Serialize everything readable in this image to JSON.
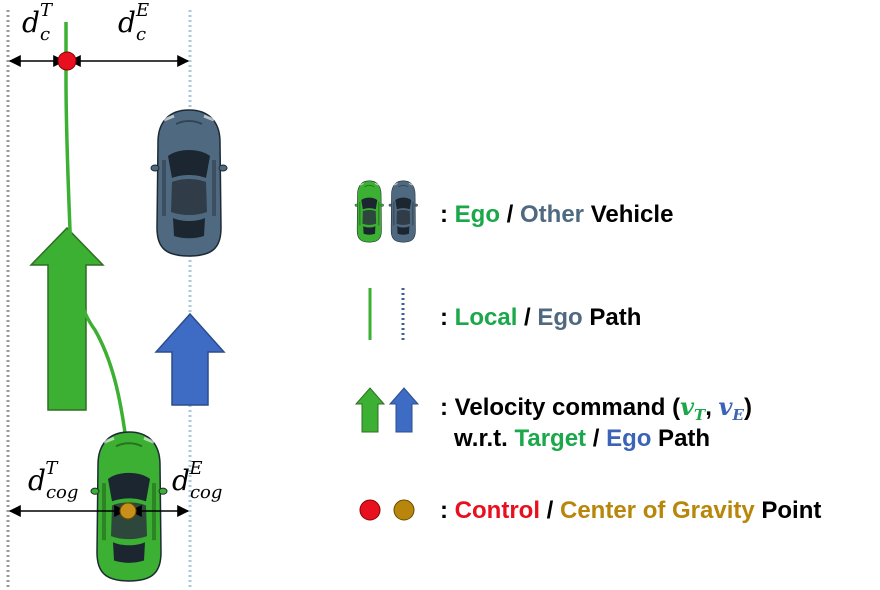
{
  "colors": {
    "green": "#3cb032",
    "green_text": "#1aa84a",
    "slate": "#4f6a80",
    "blue": "#3b63b8",
    "red": "#e8101e",
    "gold": "#b8860b",
    "black": "#000000"
  },
  "labels": {
    "dcT": {
      "base": "d",
      "sub": "c",
      "sup": "T"
    },
    "dcE": {
      "base": "d",
      "sub": "c",
      "sup": "E"
    },
    "dcogT": {
      "base": "d",
      "sub": "cog",
      "sup": "T"
    },
    "dcogE": {
      "base": "d",
      "sub": "cog",
      "sup": "E"
    }
  },
  "legend": {
    "vehicle": {
      "a": "Ego",
      "sep": " / ",
      "b": "Other",
      "c": " Vehicle"
    },
    "path": {
      "a": "Local",
      "sep": " / ",
      "b": "Ego",
      "c": " Path"
    },
    "velocity": {
      "line1": "Velocity command (",
      "vT": "v",
      "vT_sub": "T",
      "comma": ", ",
      "vE": "v",
      "vE_sub": "E",
      "close": ")",
      "line2_pre": "w.r.t. ",
      "line2_a": "Target",
      "line2_sep": " / ",
      "line2_b": "Ego",
      "line2_c": " Path"
    },
    "points": {
      "a": "Control",
      "sep": " / ",
      "b": "Center of Gravity",
      "c": " Point"
    },
    "colon": ": "
  },
  "icons": [
    "green-car-icon",
    "grey-car-icon",
    "red-point-icon",
    "gold-point-icon",
    "green-arrow-icon",
    "blue-arrow-icon"
  ]
}
